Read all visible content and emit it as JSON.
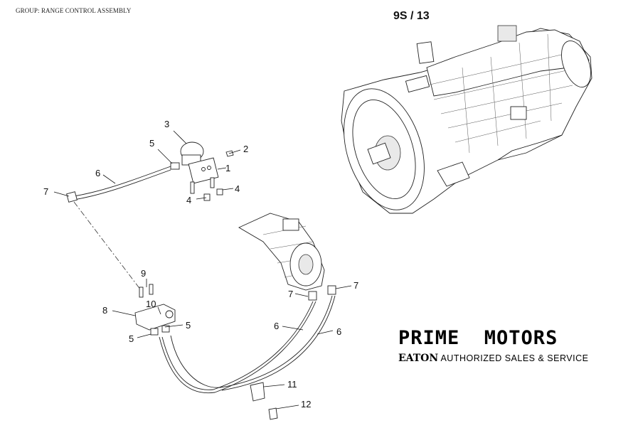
{
  "header": {
    "group_label": "GROUP: RANGE CONTROL ASSEMBLY",
    "model": "9S / 13"
  },
  "dealer": {
    "name": "PRIME  MOTORS",
    "brand": "EATON",
    "tagline": " AUTHORIZED SALES & SERVICE"
  },
  "callouts": {
    "c1": "1",
    "c2": "2",
    "c3": "3",
    "c4a": "4",
    "c4b": "4",
    "c5a": "5",
    "c5b": "5",
    "c5c": "5",
    "c6a": "6",
    "c6b": "6",
    "c6c": "6",
    "c7a": "7",
    "c7b": "7",
    "c7c": "7",
    "c8": "8",
    "c9": "9",
    "c10": "10",
    "c11": "11",
    "c12": "12"
  }
}
